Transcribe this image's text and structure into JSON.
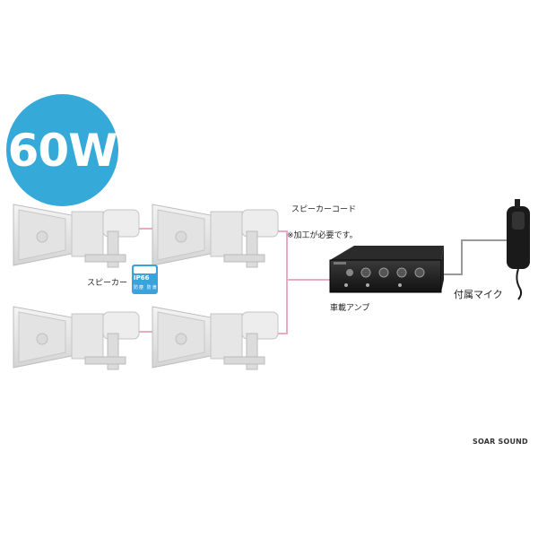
{
  "badge": {
    "text": "60W"
  },
  "labels": {
    "speaker": "スピーカー",
    "speaker_cord": "スピーカーコード",
    "processing_note": "※加工が必要です。",
    "car_amp": "車載アンプ",
    "included_mic": "付属マイク"
  },
  "ip_badge": {
    "code": "IP66",
    "sub": "防塵 防滴"
  },
  "brand": {
    "text": "SOAR SOUND"
  },
  "colors": {
    "badge": "#35a9d7",
    "cord_pink": "#e8aac4",
    "cord_gray": "#9a9a9a",
    "speaker_body": "#e9e9e9",
    "amp_body": "#1c1c1c",
    "ip_badge": "#3aa3dc"
  },
  "icons": [
    "horn-speaker-icon",
    "amplifier-icon",
    "microphone-icon",
    "ip-rating-icon"
  ]
}
